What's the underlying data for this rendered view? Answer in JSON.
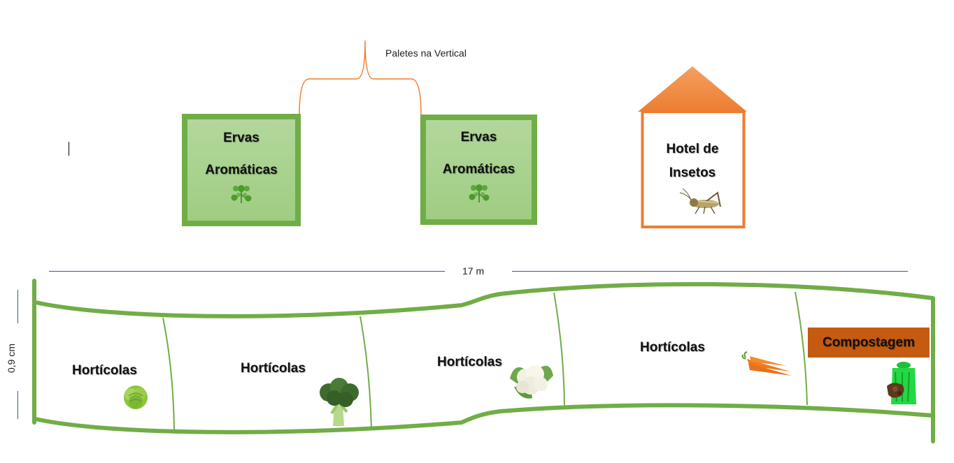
{
  "brace_label": "Paletes na Vertical",
  "herb_boxes": [
    {
      "line1": "Ervas",
      "line2": "Aromáticas"
    },
    {
      "line1": "Ervas",
      "line2": "Aromáticas"
    }
  ],
  "insect_hotel": {
    "line1": "Hotel de",
    "line2": "Insetos"
  },
  "length_label": "17 m",
  "height_label": "0,9 cm",
  "beds": [
    {
      "label": "Hortícolas",
      "icon": "lettuce-icon"
    },
    {
      "label": "Hortícolas",
      "icon": "broccoli-icon"
    },
    {
      "label": "Hortícolas",
      "icon": "cauliflower-icon"
    },
    {
      "label": "Hortícolas",
      "icon": "carrot-icon"
    }
  ],
  "compost": {
    "label": "Compostagem",
    "icon": "compost-bin-icon"
  },
  "colors": {
    "green": "#70ad47",
    "light_green": "#a9d18e",
    "orange": "#ed7d31",
    "compost_bg": "#c55a11",
    "dimension_line": "#2e5f95"
  }
}
